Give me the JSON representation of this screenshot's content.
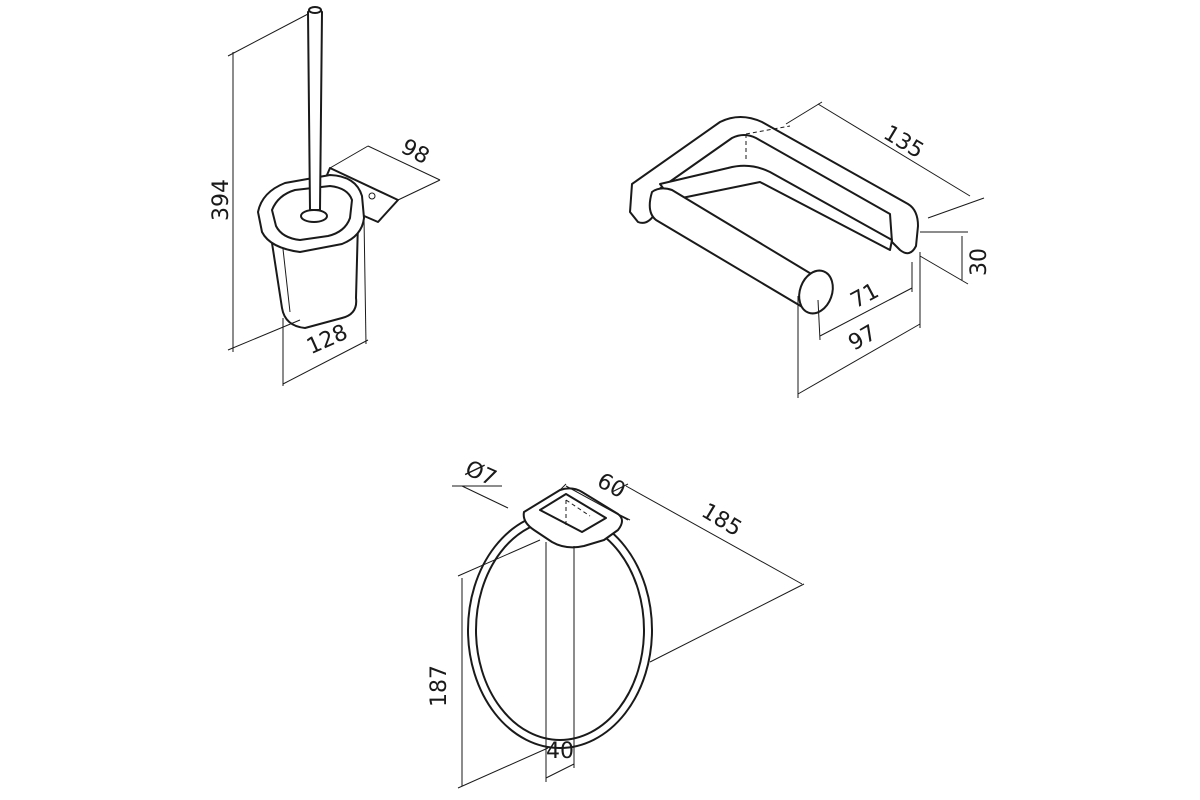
{
  "brush_holder": {
    "height": "394",
    "depth": "98",
    "width": "128"
  },
  "paper_holder": {
    "width": "135",
    "thickness": "30",
    "roll_depth": "71",
    "depth": "97"
  },
  "towel_ring": {
    "bar_diameter": "Ø7",
    "base_depth": "60",
    "depth": "185",
    "height": "187",
    "base_width": "40"
  }
}
